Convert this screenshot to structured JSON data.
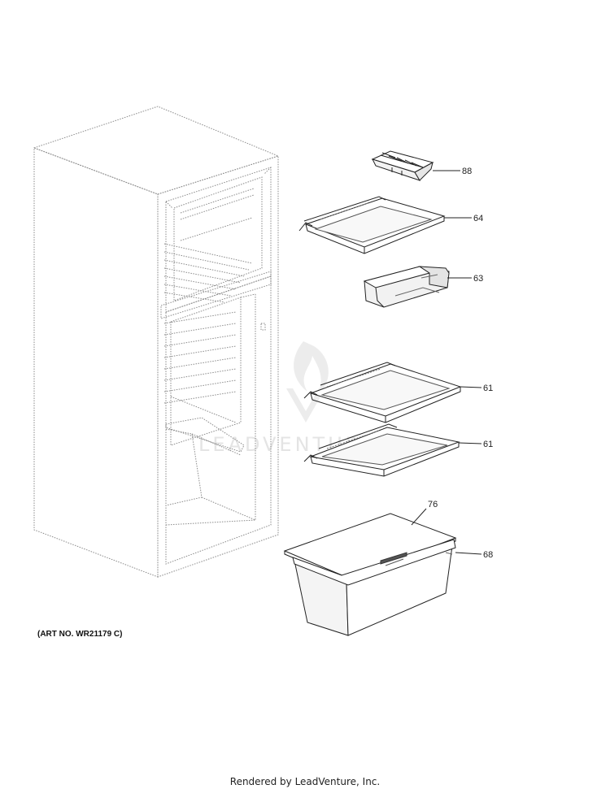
{
  "watermark": {
    "text": "LEADVENTURE"
  },
  "callouts": {
    "c88": "88",
    "c64": "64",
    "c63": "63",
    "c61a": "61",
    "c61b": "61",
    "c76": "76",
    "c68": "68"
  },
  "art_number": "(ART NO. WR21179 C)",
  "footer": "Rendered by LeadVenture, Inc."
}
